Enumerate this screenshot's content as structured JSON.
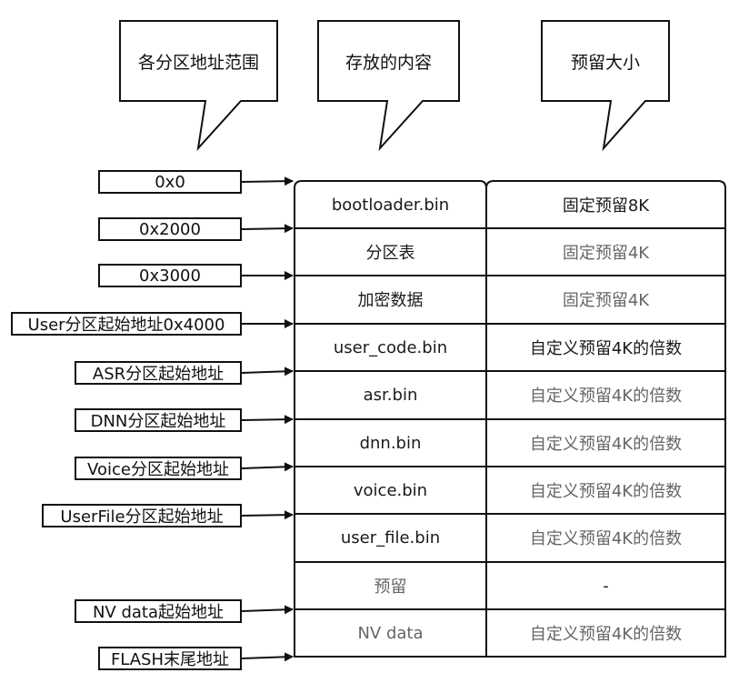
{
  "callouts": {
    "ranges": "各分区地址范围",
    "contents": "存放的内容",
    "reserve": "预留大小"
  },
  "addresses": [
    "0x0",
    "0x2000",
    "0x3000",
    "User分区起始地址0x4000",
    "ASR分区起始地址",
    "DNN分区起始地址",
    "Voice分区起始地址",
    "UserFile分区起始地址",
    "NV data起始地址",
    "FLASH末尾地址"
  ],
  "rows": [
    {
      "content": "bootloader.bin",
      "size": "固定预留8K"
    },
    {
      "content": "分区表",
      "size": "固定预留4K"
    },
    {
      "content": "加密数据",
      "size": "固定预留4K"
    },
    {
      "content": "user_code.bin",
      "size": "自定义预留4K的倍数"
    },
    {
      "content": "asr.bin",
      "size": "自定义预留4K的倍数"
    },
    {
      "content": "dnn.bin",
      "size": "自定义预留4K的倍数"
    },
    {
      "content": "voice.bin",
      "size": "自定义预留4K的倍数"
    },
    {
      "content": "user_file.bin",
      "size": "自定义预留4K的倍数"
    },
    {
      "content": "预留",
      "size": "-"
    },
    {
      "content": "NV data",
      "size": "自定义预留4K的倍数"
    }
  ]
}
